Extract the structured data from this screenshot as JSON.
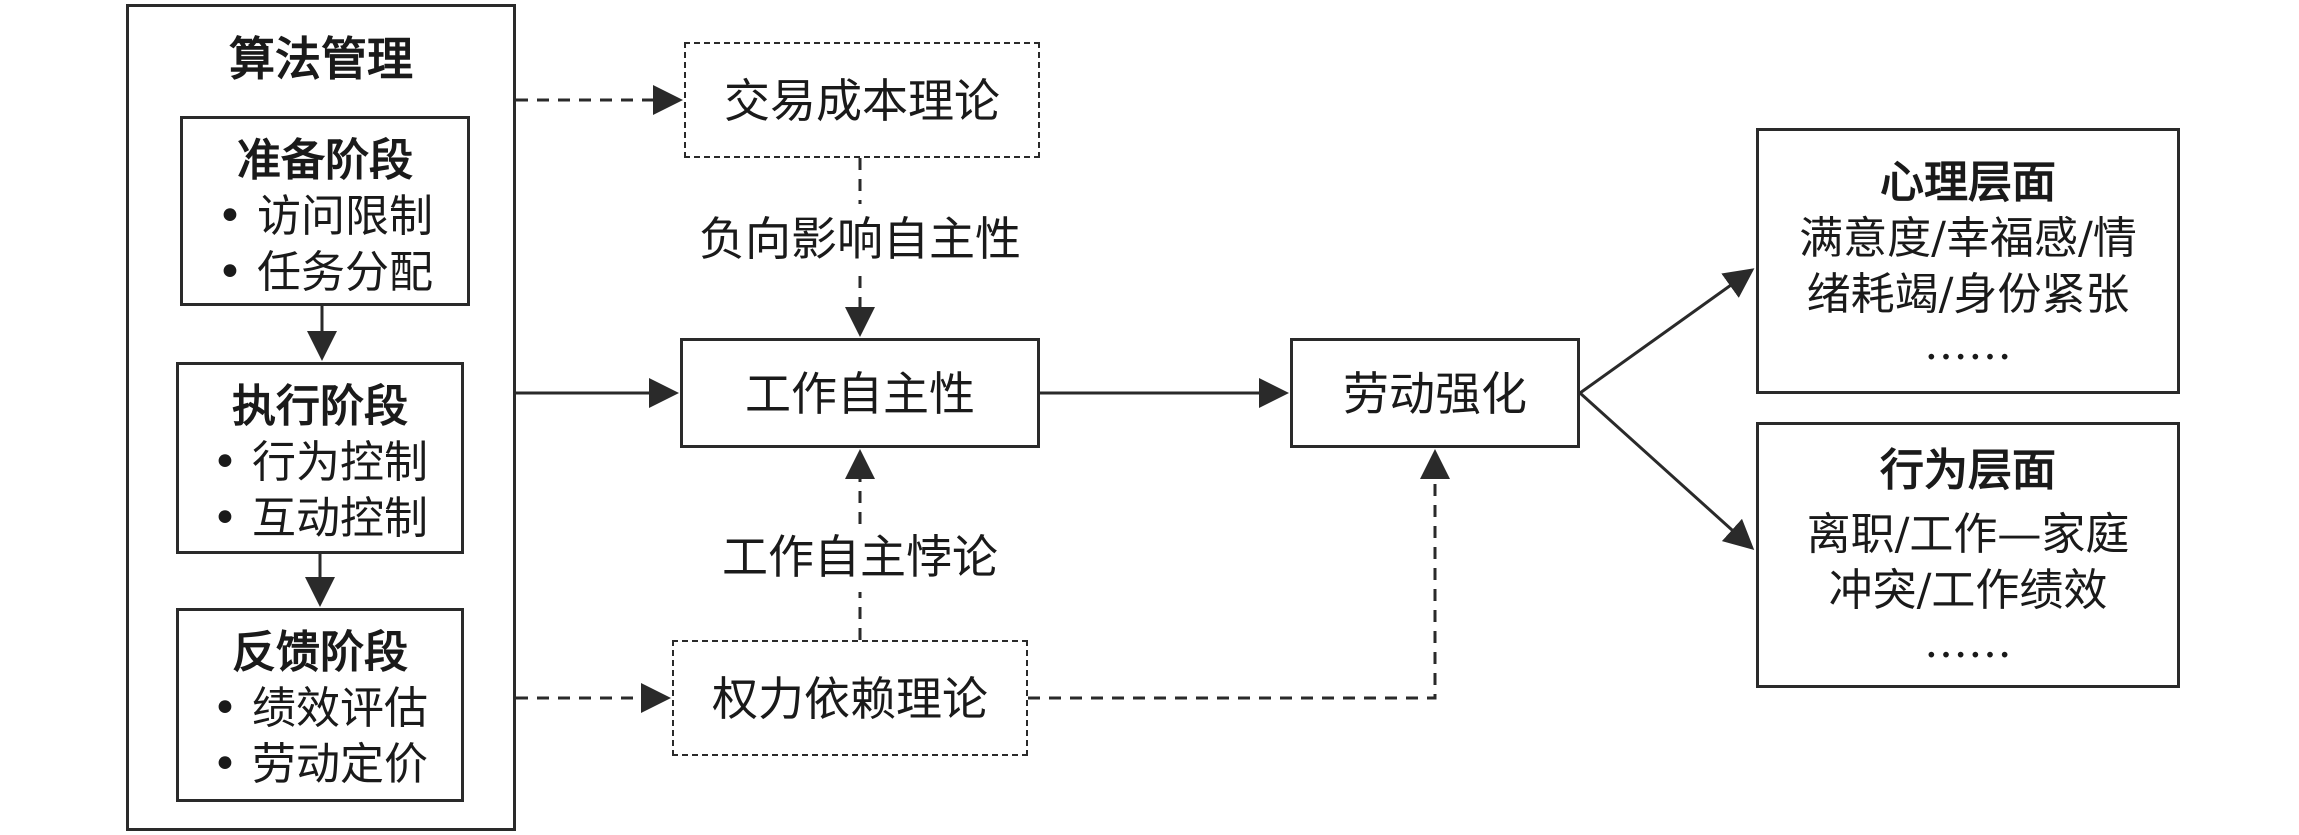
{
  "algorithm_management": {
    "title": "算法管理",
    "stages": [
      {
        "title": "准备阶段",
        "items": [
          "• 访问限制",
          "• 任务分配"
        ]
      },
      {
        "title": "执行阶段",
        "items": [
          "• 行为控制",
          "• 互动控制"
        ]
      },
      {
        "title": "反馈阶段",
        "items": [
          "• 绩效评估",
          "• 劳动定价"
        ]
      }
    ]
  },
  "theories": {
    "transaction_cost": "交易成本理论",
    "power_dependence": "权力依赖理论"
  },
  "edge_labels": {
    "negative_effect": "负向影响自主性",
    "autonomy_paradox": "工作自主悖论"
  },
  "nodes": {
    "work_autonomy": "工作自主性",
    "labor_intensification": "劳动强化"
  },
  "outcomes": {
    "psychological": {
      "title": "心理层面",
      "lines": [
        "满意度/幸福感/情",
        "绪耗竭/身份紧张",
        "……"
      ]
    },
    "behavioral": {
      "title": "行为层面",
      "lines": [
        "离职/工作—家庭",
        "冲突/工作绩效",
        "……"
      ]
    }
  },
  "colors": {
    "stroke": "#2a2a2a",
    "text": "#1a1a1a",
    "background": "#ffffff"
  }
}
